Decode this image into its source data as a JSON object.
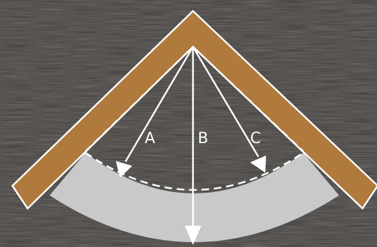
{
  "labels": {
    "a": "A",
    "b": "B",
    "c": "C"
  },
  "colors": {
    "background": "#3a3735",
    "wood_grain": "#4a4643",
    "frame_fill": "#b07a3c",
    "frame_outline": "#ffffff",
    "band_fill": "#c7c9ca",
    "arrow": "#ffffff",
    "dashed_line": "#ffffff"
  }
}
